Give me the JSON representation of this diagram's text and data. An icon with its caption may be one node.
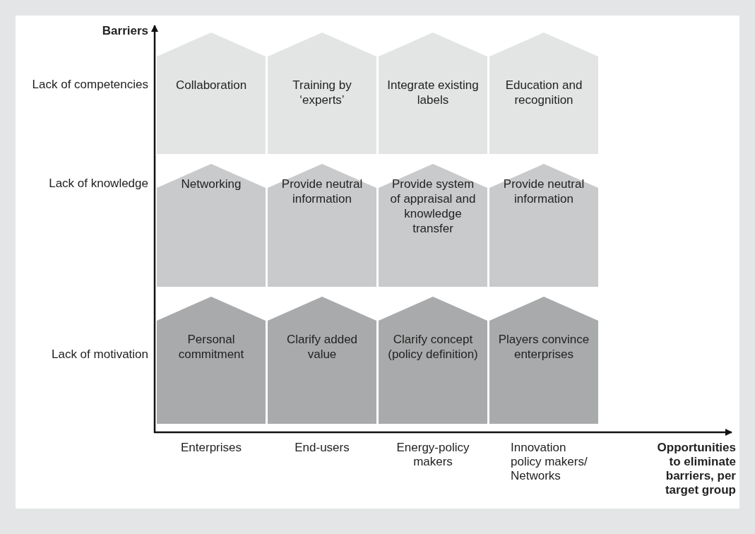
{
  "diagram": {
    "nodes": [
      {
        "text": [
          "Collaboration"
        ]
      },
      {
        "text": [
          "Training by ‘experts’"
        ]
      },
      {
        "text": [
          "Integrate existing labels"
        ]
      },
      {
        "text": [
          "Education and recognition"
        ]
      },
      {
        "text": [
          "Networking"
        ]
      },
      {
        "text": [
          "Provide neutral information"
        ]
      },
      {
        "text": [
          "Provide system of appraisal and knowledge transfer"
        ]
      },
      {
        "text": [
          "Provide neutral information"
        ]
      },
      {
        "text": [
          "Personal commitment"
        ]
      },
      {
        "text": [
          "Clarify added value"
        ]
      },
      {
        "text": [
          "Clarify concept (policy definition)"
        ]
      },
      {
        "text": [
          "Players convince enterprises"
        ]
      }
    ],
    "edges": [],
    "labels": [
      "Barriers",
      "Lack of competencies",
      "Lack of knowledge",
      "Lack of motivation",
      "Enterprises",
      "End-users",
      "Energy-policy makers",
      "Innovation policy makers/ Networks",
      "Opportunities to eliminate barriers, per target group"
    ]
  }
}
